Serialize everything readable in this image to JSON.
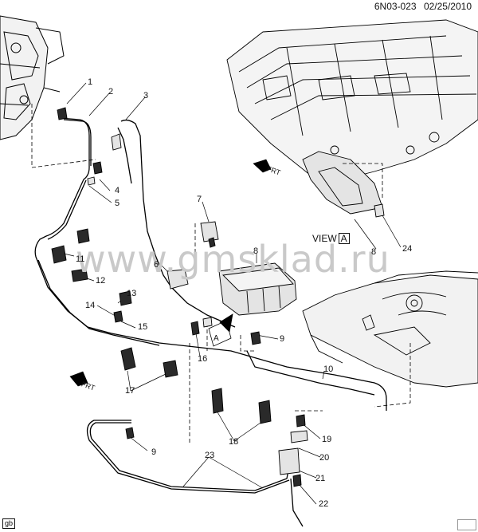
{
  "header": {
    "code": "6N03-023",
    "date": "02/25/2010"
  },
  "watermark": "www.gmsklad.ru",
  "view_label": "VIEW",
  "view_letter": "A",
  "section_marker": "A",
  "frt_label": "FRT",
  "footer_tag": "gb",
  "callouts": [
    "1",
    "2",
    "3",
    "4",
    "5",
    "6",
    "7",
    "8",
    "8",
    "9",
    "9",
    "10",
    "11",
    "12",
    "13",
    "14",
    "15",
    "16",
    "17",
    "18",
    "19",
    "20",
    "21",
    "22",
    "23",
    "24"
  ],
  "colors": {
    "line": "#000000",
    "part_fill": "#e4e4e4",
    "part_dark": "#2a2a2a",
    "watermark": "#c9c9c9"
  }
}
